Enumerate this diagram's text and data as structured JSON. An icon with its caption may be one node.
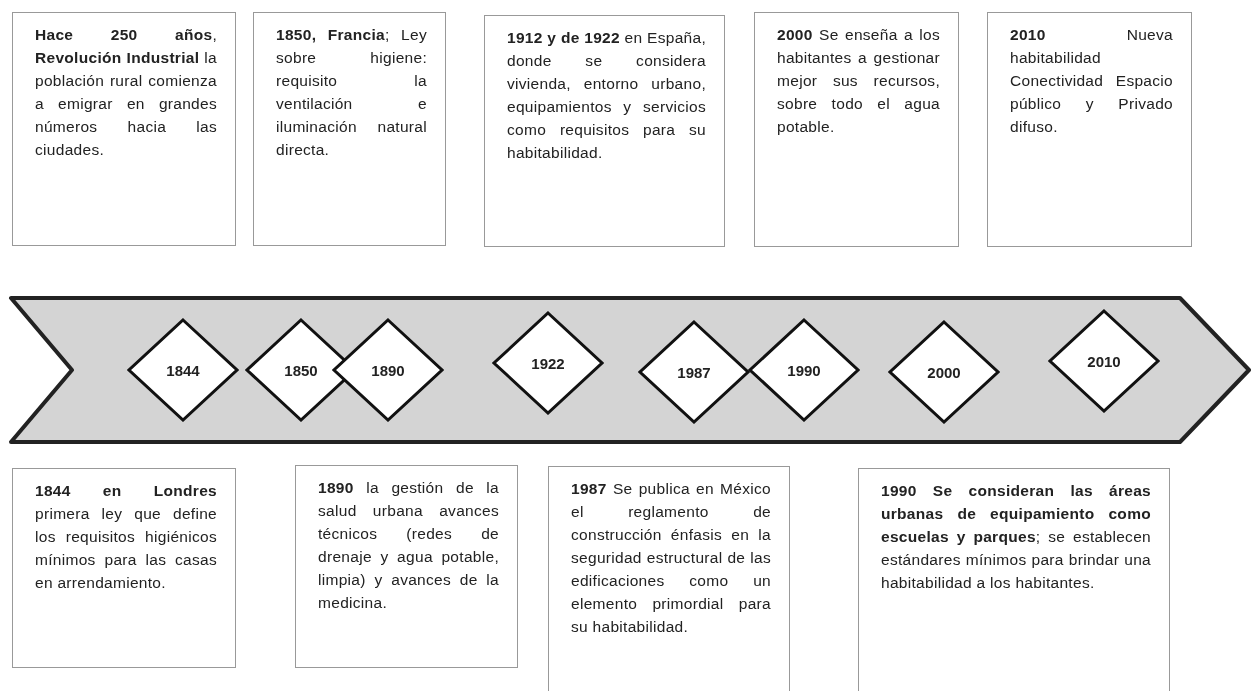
{
  "diagram": {
    "nodes": [
      {
        "text": [
          "**Hace 250 años**, **Revolución Industrial** la población rural comienza a emigrar en grandes números hacia las ciudades."
        ]
      },
      {
        "text": [
          "**1850, Francia**; Ley sobre higiene: requisito la ventilación e iluminación natural directa."
        ]
      },
      {
        "text": [
          "**1912 y de 1922** en España, donde se considera vivienda, entorno urbano, equipamientos y servicios como requisitos para su habitabilidad."
        ]
      },
      {
        "text": [
          "**2000** Se enseña a los habitantes a gestionar mejor sus recursos, sobre todo el agua potable."
        ]
      },
      {
        "text": [
          "**2010** Nueva habitabilidad Conectividad Espacio público y Privado difuso."
        ]
      },
      {
        "text": [],
        "shape": "arrow"
      },
      {
        "text": [
          "1844"
        ],
        "in": 5
      },
      {
        "text": [
          "1850"
        ],
        "in": 5
      },
      {
        "text": [
          "1890"
        ],
        "in": 5
      },
      {
        "text": [
          "1922"
        ],
        "in": 5
      },
      {
        "text": [
          "1987"
        ],
        "in": 5
      },
      {
        "text": [
          "1990"
        ],
        "in": 5
      },
      {
        "text": [
          "2000"
        ],
        "in": 5
      },
      {
        "text": [
          "2010"
        ],
        "in": 5
      },
      {
        "text": [
          "**1844 en Londres** primera ley que define los requisitos higiénicos mínimos para las casas en arrendamiento."
        ]
      },
      {
        "text": [
          "**1890** la gestión de la salud urbana avances técnicos (redes de drenaje y agua potable, limpia) y avances de la medicina."
        ]
      },
      {
        "text": [
          "**1987** Se publica en México el reglamento de construcción énfasis en la seguridad estructural de las edificaciones como un elemento primordial para su habitabilidad."
        ]
      },
      {
        "text": [
          "**1990** **Se consideran las áreas urbanas de equipamiento como escuelas y parques**; se establecen estándares mínimos para brindar una habitabilidad a los habitantes."
        ]
      }
    ]
  }
}
